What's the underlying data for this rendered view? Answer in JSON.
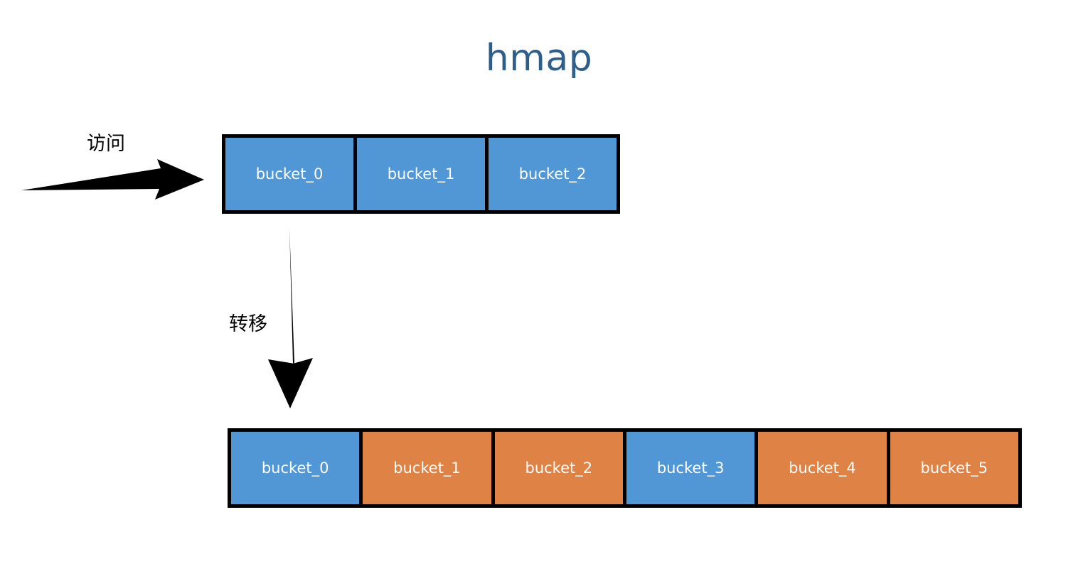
{
  "diagram": {
    "title": "hmap",
    "title_color": "#2e5f8a",
    "background_color": "#ffffff"
  },
  "labels": {
    "access": "访问",
    "transfer": "转移"
  },
  "colors": {
    "blue": "#5197d5",
    "orange": "#df8245",
    "border": "#000000",
    "bucket_text": "#ffffff",
    "arrow": "#000000"
  },
  "rows": {
    "top": {
      "name": "original-bucket-array",
      "buckets": [
        {
          "label": "bucket_0",
          "color": "blue"
        },
        {
          "label": "bucket_1",
          "color": "blue"
        },
        {
          "label": "bucket_2",
          "color": "blue"
        }
      ]
    },
    "bottom": {
      "name": "expanded-bucket-array",
      "buckets": [
        {
          "label": "bucket_0",
          "color": "blue"
        },
        {
          "label": "bucket_1",
          "color": "orange"
        },
        {
          "label": "bucket_2",
          "color": "orange"
        },
        {
          "label": "bucket_3",
          "color": "blue"
        },
        {
          "label": "bucket_4",
          "color": "orange"
        },
        {
          "label": "bucket_5",
          "color": "orange"
        }
      ]
    }
  },
  "arrows": [
    {
      "name": "access-arrow",
      "direction": "right",
      "label": "访问"
    },
    {
      "name": "transfer-arrow",
      "direction": "down",
      "label": "转移"
    }
  ]
}
